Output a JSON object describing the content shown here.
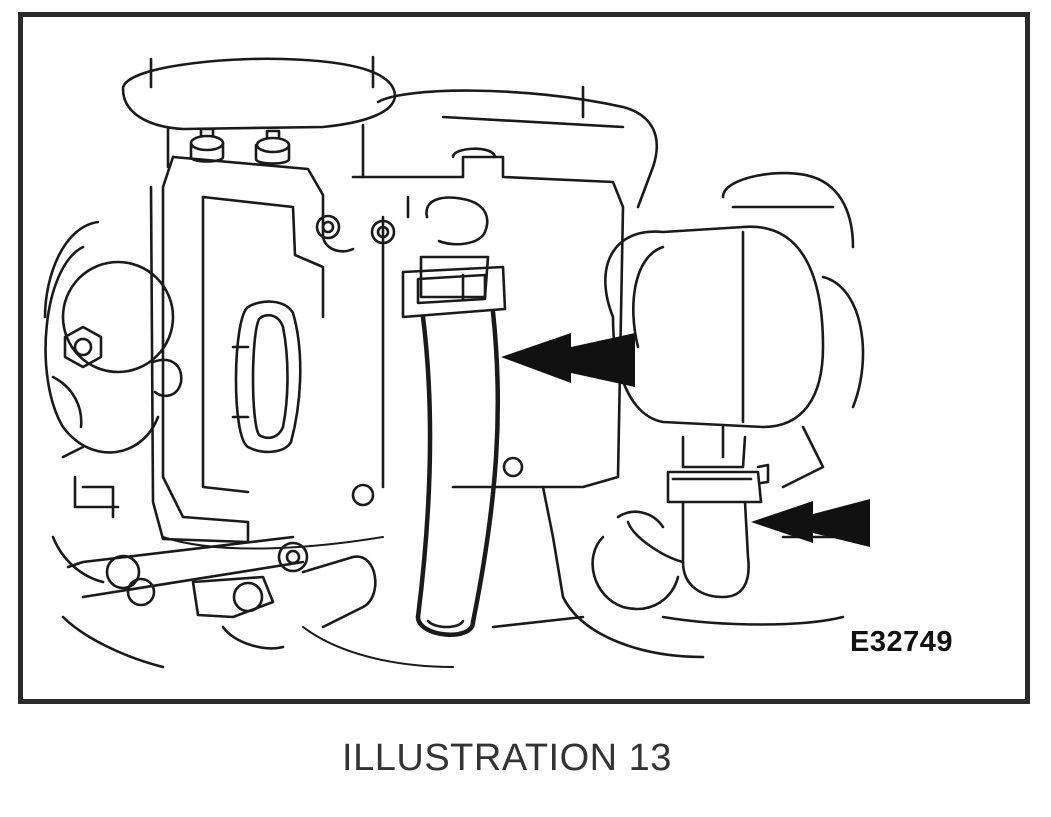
{
  "figure": {
    "code": "E32749",
    "caption": "ILLUSTRATION 13",
    "callouts": [
      {
        "icon": "arrow-left-icon",
        "target": "upper hose"
      },
      {
        "icon": "arrow-left-icon",
        "target": "lower hose clamp"
      }
    ]
  },
  "colors": {
    "ink": "#1a1a1a",
    "frame": "#2a2a2a",
    "caption": "#333333"
  }
}
